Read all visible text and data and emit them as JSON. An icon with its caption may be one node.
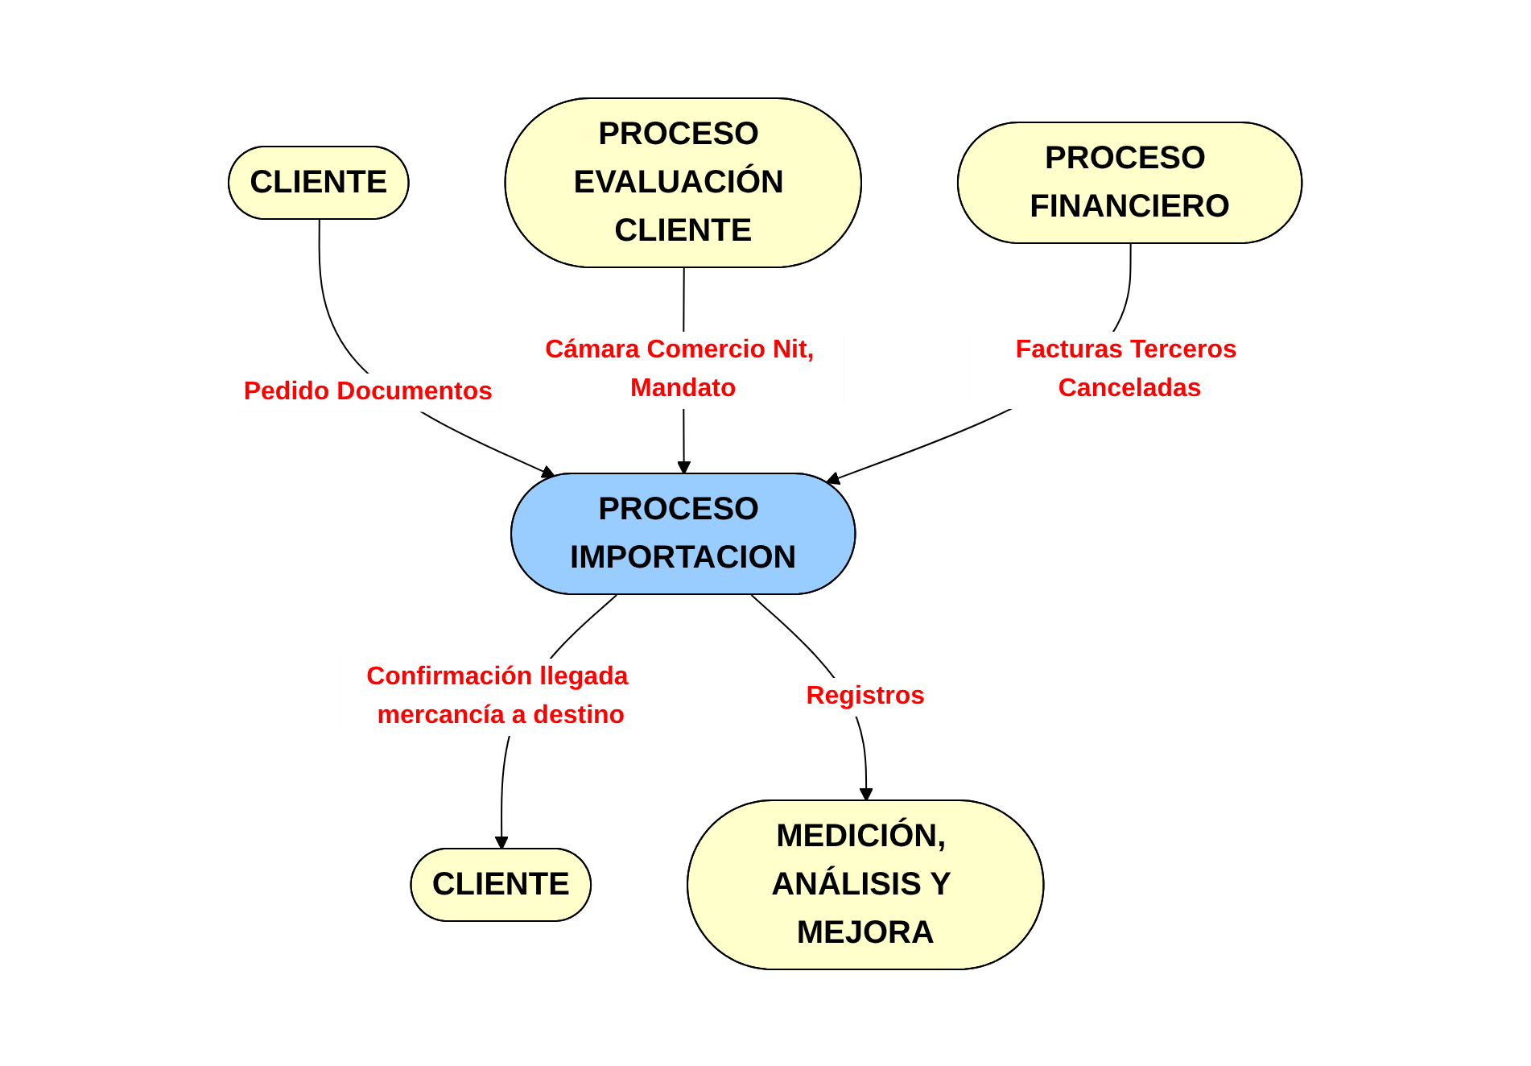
{
  "diagram": {
    "nodes": [
      {
        "text": [
          "CLIENTE"
        ]
      },
      {
        "text": [
          "PROCESO EVALUACIÓN CLIENTE"
        ]
      },
      {
        "text": [
          "PROCESO FINANCIERO"
        ]
      },
      {
        "text": [
          "PROCESO IMPORTACION"
        ]
      },
      {
        "text": [
          "CLIENTE"
        ]
      },
      {
        "text": [
          "MEDICIÓN, ANÁLISIS Y MEJORA"
        ]
      }
    ],
    "edges": [
      {
        "from": 0,
        "to": 3,
        "arrow": "to",
        "label": "Pedido Documentos"
      },
      {
        "from": 1,
        "to": 3,
        "arrow": "to",
        "label": "Cámara Comercio Nit, Mandato"
      },
      {
        "from": 2,
        "to": 3,
        "arrow": "to",
        "label": "Facturas Terceros Canceladas"
      },
      {
        "from": 3,
        "to": 4,
        "arrow": "to",
        "label": "Confirmación llegada mercancía a destino"
      },
      {
        "from": 3,
        "to": 5,
        "arrow": "to",
        "label": "Registros"
      }
    ]
  }
}
